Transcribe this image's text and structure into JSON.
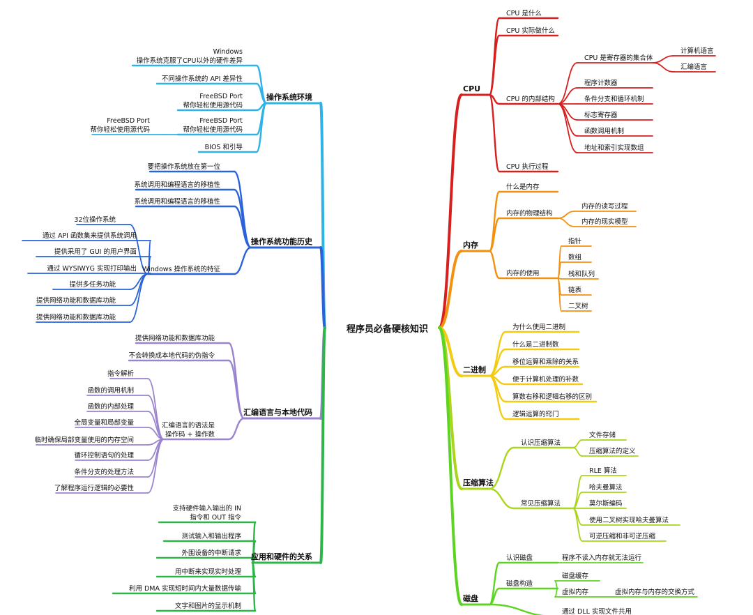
{
  "center": {
    "label": "程序员必备硬核知识"
  },
  "branches": {
    "cpu": {
      "label": "CPU",
      "color": "#d71f1f",
      "children": [
        {
          "label": "CPU 是什么"
        },
        {
          "label": "CPU 实际做什么"
        },
        {
          "label": "CPU 的内部结构",
          "children": [
            {
              "label": "CPU 是寄存器的集合体",
              "children": [
                {
                  "label": "计算机语言"
                },
                {
                  "label": "汇编语言"
                }
              ]
            },
            {
              "label": "程序计数器"
            },
            {
              "label": "条件分支和循环机制"
            },
            {
              "label": "标志寄存器"
            },
            {
              "label": "函数调用机制"
            },
            {
              "label": "地址和索引实现数组"
            }
          ]
        },
        {
          "label": "CPU 执行过程"
        }
      ]
    },
    "memory": {
      "label": "内存",
      "color": "#f2910f",
      "children": [
        {
          "label": "什么是内存"
        },
        {
          "label": "内存的物理结构",
          "children": [
            {
              "label": "内存的读写过程"
            },
            {
              "label": "内存的现实模型"
            }
          ]
        },
        {
          "label": "内存的使用",
          "children": [
            {
              "label": "指针"
            },
            {
              "label": "数组"
            },
            {
              "label": "栈和队列"
            },
            {
              "label": "链表"
            },
            {
              "label": "二叉树"
            }
          ]
        }
      ]
    },
    "binary": {
      "label": "二进制",
      "color": "#f2cb12",
      "children": [
        {
          "label": "为什么使用二进制"
        },
        {
          "label": "什么是二进制数"
        },
        {
          "label": "移位运算和乘除的关系"
        },
        {
          "label": "便于计算机处理的补数"
        },
        {
          "label": "算数右移和逻辑右移的区别"
        },
        {
          "label": "逻辑运算的窍门"
        }
      ]
    },
    "compression": {
      "label": "压缩算法",
      "color": "#a9d51c",
      "children": [
        {
          "label": "认识压缩算法",
          "children": [
            {
              "label": "文件存储"
            },
            {
              "label": "压缩算法的定义"
            }
          ]
        },
        {
          "label": "常见压缩算法",
          "children": [
            {
              "label": "RLE 算法"
            },
            {
              "label": "哈夫曼算法"
            },
            {
              "label": "莫尔斯编码"
            },
            {
              "label": "使用二叉树实现哈夫曼算法"
            },
            {
              "label": "可逆压缩和非可逆压缩"
            }
          ]
        }
      ]
    },
    "disk": {
      "label": "磁盘",
      "color": "#5ed422",
      "children": [
        {
          "label": "认识磁盘",
          "children": [
            {
              "label": "程序不读入内存就无法运行"
            }
          ]
        },
        {
          "label": "磁盘构造",
          "children": [
            {
              "label": "磁盘缓存"
            },
            {
              "label": "虚拟内存",
              "children": [
                {
                  "label": "虚拟内存与内存的交换方式"
                }
              ]
            }
          ]
        },
        {
          "label": "通过 DLL 实现文件共用"
        }
      ]
    },
    "os_env": {
      "label": "操作系统环境",
      "color": "#2fb2e6",
      "children": [
        {
          "label_lines": [
            "Windows",
            "操作系统克服了CPU以外的硬件差异"
          ]
        },
        {
          "label": "不同操作系统的 API 差异性"
        },
        {
          "label_lines": [
            "FreeBSD Port",
            "帮你轻松使用源代码"
          ]
        },
        {
          "label_lines": [
            "FreeBSD Port",
            "帮你轻松使用源代码"
          ],
          "children": [
            {
              "label_lines": [
                "FreeBSD Port",
                "帮你轻松使用源代码"
              ]
            }
          ]
        },
        {
          "label": "BIOS 和引导"
        }
      ]
    },
    "os_history": {
      "label": "操作系统功能历史",
      "color": "#2962d9",
      "children": [
        {
          "label": "要把操作系统放在第一位"
        },
        {
          "label": "系统调用和编程语言的移植性"
        },
        {
          "label": "系统调用和编程语言的移植性"
        },
        {
          "label": "Windows 操作系统的特征",
          "children": [
            {
              "label": "32位操作系统"
            },
            {
              "label": "通过 API 函数集来提供系统调用"
            },
            {
              "label": "提供采用了 GUI 的用户界面"
            },
            {
              "label": "通过 WYSIWYG 实现打印输出"
            },
            {
              "label": "提供多任务功能"
            },
            {
              "label": "提供网络功能和数据库功能"
            },
            {
              "label": "提供网络功能和数据库功能"
            }
          ]
        }
      ]
    },
    "assembly": {
      "label": "汇编语言与本地代码",
      "color": "#9a84cf",
      "children": [
        {
          "label": "提供网络功能和数据库功能"
        },
        {
          "label": "不会转换成本地代码的伪指令"
        },
        {
          "label_lines": [
            "汇编语言的语法是",
            "操作码 + 操作数"
          ],
          "children": [
            {
              "label": "指令解析"
            },
            {
              "label": "函数的调用机制"
            },
            {
              "label": "函数的内部处理"
            },
            {
              "label": "全局变量和局部变量"
            },
            {
              "label": "临时确保局部变量使用的内存空间"
            },
            {
              "label": "循环控制语句的处理"
            },
            {
              "label": "条件分支的处理方法"
            },
            {
              "label": "了解程序运行逻辑的必要性"
            }
          ]
        }
      ]
    },
    "hardware": {
      "label": "应用和硬件的关系",
      "color": "#2eb54a",
      "children": [
        {
          "label_lines": [
            "支持硬件输入输出的 IN",
            "指令和 OUT 指令"
          ]
        },
        {
          "label": "测试输入和输出程序"
        },
        {
          "label": "外围设备的中断请求"
        },
        {
          "label": "用中断来实现实时处理"
        },
        {
          "label": "利用 DMA 实现短时间内大量数据传输"
        },
        {
          "label": "文字和图片的显示机制"
        }
      ]
    }
  }
}
